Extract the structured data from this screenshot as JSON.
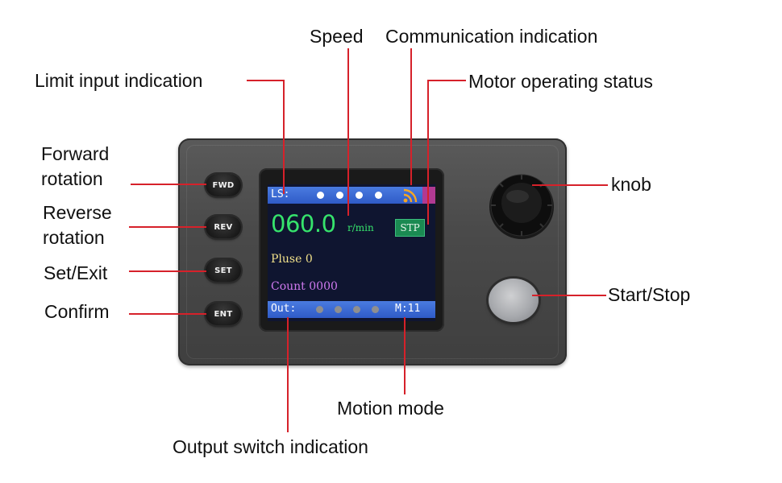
{
  "callouts": {
    "speed": "Speed",
    "communication_indication": "Communication indication",
    "limit_input_indication": "Limit input indication",
    "motor_operating_status": "Motor operating status",
    "forward_rotation": [
      "Forward",
      "rotation"
    ],
    "reverse_rotation": [
      "Reverse",
      "rotation"
    ],
    "set_exit": "Set/Exit",
    "confirm": "Confirm",
    "knob": "knob",
    "start_stop": "Start/Stop",
    "motion_mode": "Motion mode",
    "output_switch_indication": "Output switch indication"
  },
  "buttons": {
    "fwd": "FWD",
    "rev": "REV",
    "set": "SET",
    "ent": "ENT"
  },
  "display": {
    "limit_label": "LS:",
    "speed_value": "060.0",
    "speed_unit": "r/min",
    "status": "STP",
    "pulse_label": "Pluse",
    "pulse_value": "0",
    "count_label": "Count",
    "count_value": "0000",
    "output_label": "Out:",
    "mode": "M:11"
  },
  "colors": {
    "leader_line": "#d6212a",
    "speed_text": "#36e36c",
    "pulse_text": "#f1e08a",
    "count_text": "#d07af0",
    "status_bar": "#3a6ad4",
    "status_badge": "#1b8a52"
  }
}
